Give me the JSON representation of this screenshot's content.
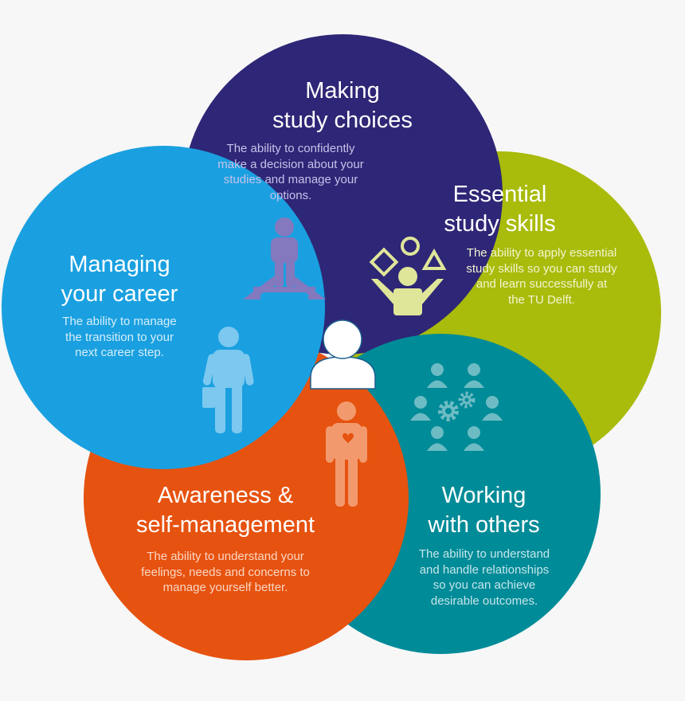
{
  "colors": {
    "background": "#f7f7f7",
    "study_choices": "#2e2676",
    "study_skills": "#a9bb0b",
    "career": "#1aa0e0",
    "others": "#008b98",
    "awareness": "#e6520f",
    "text_primary": "#ffffff"
  },
  "segments": {
    "study_choices": {
      "title_lines": [
        "Making",
        "study choices"
      ],
      "desc_lines": [
        "The ability to confidently",
        "make a decision about your",
        "studies and manage your",
        "options."
      ],
      "icon": "person-at-crossroads-icon"
    },
    "study_skills": {
      "title_lines": [
        "Essential",
        "study skills"
      ],
      "desc_lines": [
        "The ability to apply essential",
        "study skills so you can study",
        "and learn successfully at",
        "the TU Delft."
      ],
      "icon": "person-juggling-shapes-icon"
    },
    "career": {
      "title_lines": [
        "Managing",
        "your career"
      ],
      "desc_lines": [
        "The ability to manage",
        "the transition to your",
        "next career step."
      ],
      "icon": "businessman-with-briefcase-icon"
    },
    "awareness": {
      "title_lines": [
        "Awareness &",
        "self-management"
      ],
      "desc_lines": [
        "The ability to understand your",
        "feelings, needs and concerns to",
        "manage yourself better."
      ],
      "icon": "person-with-heart-icon"
    },
    "others": {
      "title_lines": [
        "Working",
        "with others"
      ],
      "desc_lines": [
        "The ability to understand",
        "and handle relationships",
        "so you can achieve",
        "desirable outcomes."
      ],
      "icon": "team-with-gears-icon"
    }
  },
  "center_icon": "student-avatar-icon"
}
